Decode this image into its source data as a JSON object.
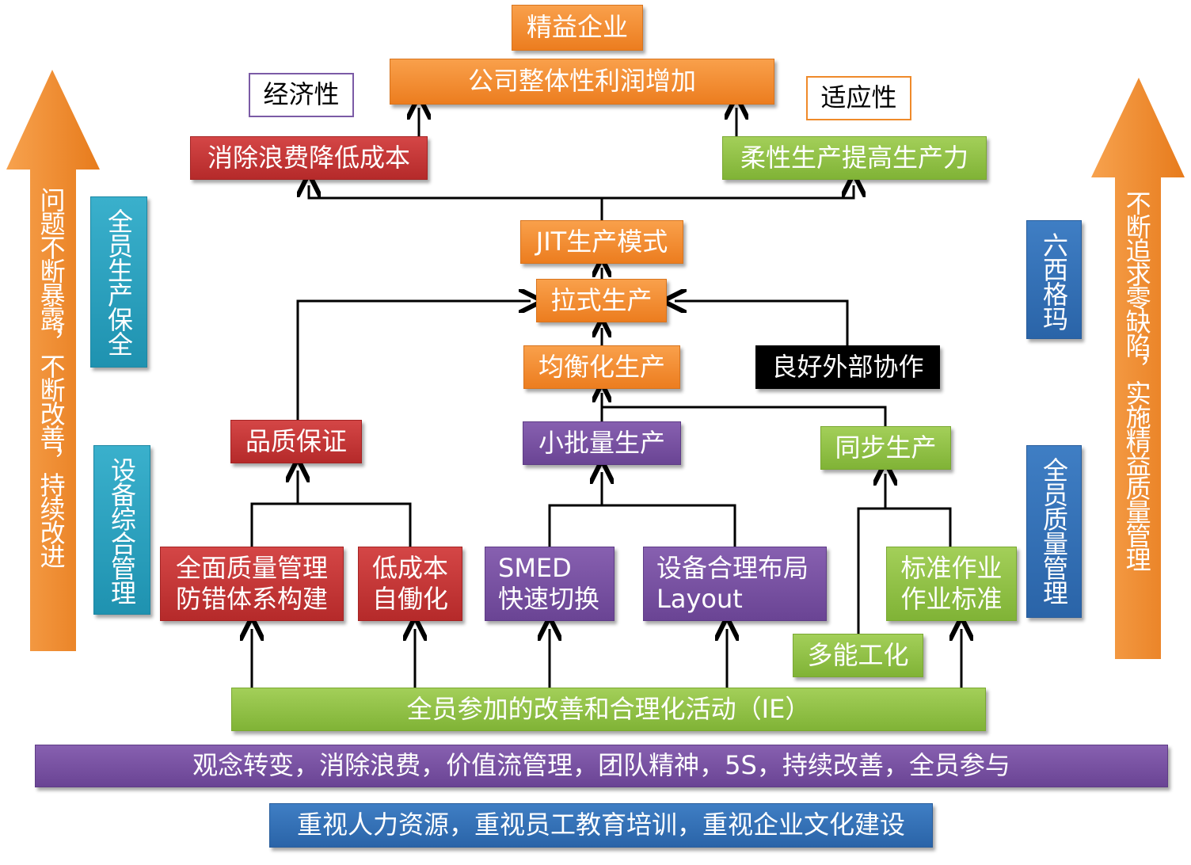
{
  "top": {
    "lean_enterprise": "精益企业",
    "profit": "公司整体性利润增加",
    "economy": "经济性",
    "adaptability": "适应性"
  },
  "goals": {
    "cost": "消除浪费降低成本",
    "flexible": "柔性生产提高生产力"
  },
  "core": {
    "jit": "JIT生产模式",
    "pull": "拉式生产",
    "leveling": "均衡化生产",
    "external": "良好外部协作"
  },
  "pillars": {
    "quality": "品质保证",
    "small_batch": "小批量生产",
    "sync": "同步生产"
  },
  "methods": {
    "tqm": "全面质量管理\n防错体系构建",
    "jidoka": "低成本\n自働化",
    "smed": "SMED\n快速切换",
    "layout": "设备合理布局\nLayout",
    "standard": "标准作业\n作业标准",
    "multi_skill": "多能工化"
  },
  "foundation": {
    "ie": "全员参加的改善和合理化活动（IE）",
    "culture": "观念转变，消除浪费，价值流管理，团队精神，5S，持续改善，全员参与",
    "people": "重视人力资源，重视员工教育培训，重视企业文化建设"
  },
  "side_left": {
    "arrow_text": "问题不断暴露，不断改善，持续改进",
    "tpm": "全员生产保全",
    "oee": "设备综合管理"
  },
  "side_right": {
    "arrow_text": "不断追求零缺陷，实施精益质量管理",
    "six_sigma": "六西格玛",
    "tqc": "全员质量管理"
  },
  "colors": {
    "orange": "#ef8a2a",
    "red": "#c13535",
    "green": "#8dc03f",
    "purple": "#754fa0",
    "teal": "#2aa2c0",
    "blue": "#3170b6",
    "black": "#000000"
  }
}
